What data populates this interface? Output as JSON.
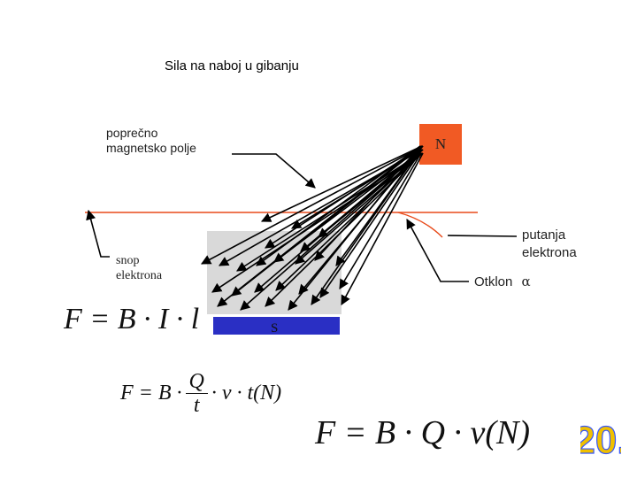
{
  "title": "Sila na naboj u gibanju",
  "labels": {
    "field_line1": "poprečno",
    "field_line2": "magnetsko polje",
    "beam_line1": "snop",
    "beam_line2": "elektrona",
    "path_line1": "putanja",
    "path_line2": "elektrona",
    "deflection": "Otklon",
    "alpha": "α"
  },
  "magnet": {
    "north": "N",
    "south": "S",
    "north_color": "#f15a24",
    "south_color": "#2a2fc4"
  },
  "formulas": {
    "f1": "F = B · I · l",
    "f2_lhs": "F = B ·",
    "f2_num": "Q",
    "f2_den": "t",
    "f2_rhs": "· v · t(N)",
    "f3": "F = B · Q · v(N)"
  },
  "badge": {
    "text": "20.",
    "color": "#f0c000",
    "stripe_color": "#3355ff"
  },
  "colors": {
    "beam": "#e84a1a",
    "arrows": "#000000"
  }
}
